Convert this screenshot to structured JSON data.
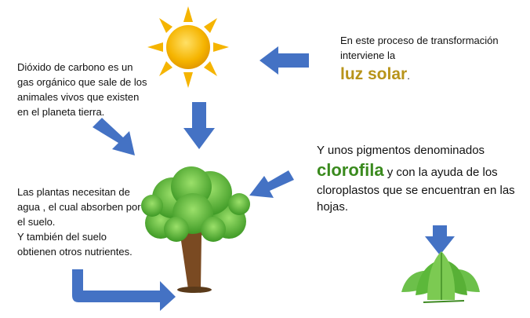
{
  "texts": {
    "co2": "Dióxido de carbono es un gas orgánico que sale de los animales vivos  que existen en el planeta tierra.",
    "water_line1": "Las plantas necesitan de agua , el cual absorben por el suelo.",
    "water_line2": "Y también del suelo obtienen otros nutrientes.",
    "intro_text": "En este proceso de transformación interviene la",
    "intro_highlight": "luz solar",
    "intro_period": ".",
    "pigments_pre": "Y unos pigmentos denominados",
    "pigments_highlight": "clorofila",
    "pigments_post": " y con la ayuda de los cloroplastos que se encuentran en las hojas."
  },
  "colors": {
    "arrow": "#4472c4",
    "sun": "#f5b400",
    "luz_solar": "#b8941a",
    "clorofila": "#3a8a1e",
    "foliage": "#5cb82c",
    "trunk": "#7a4a22",
    "leaves": "#6cc04a"
  },
  "icons": [
    "sun-icon",
    "tree-icon",
    "leaves-icon"
  ]
}
